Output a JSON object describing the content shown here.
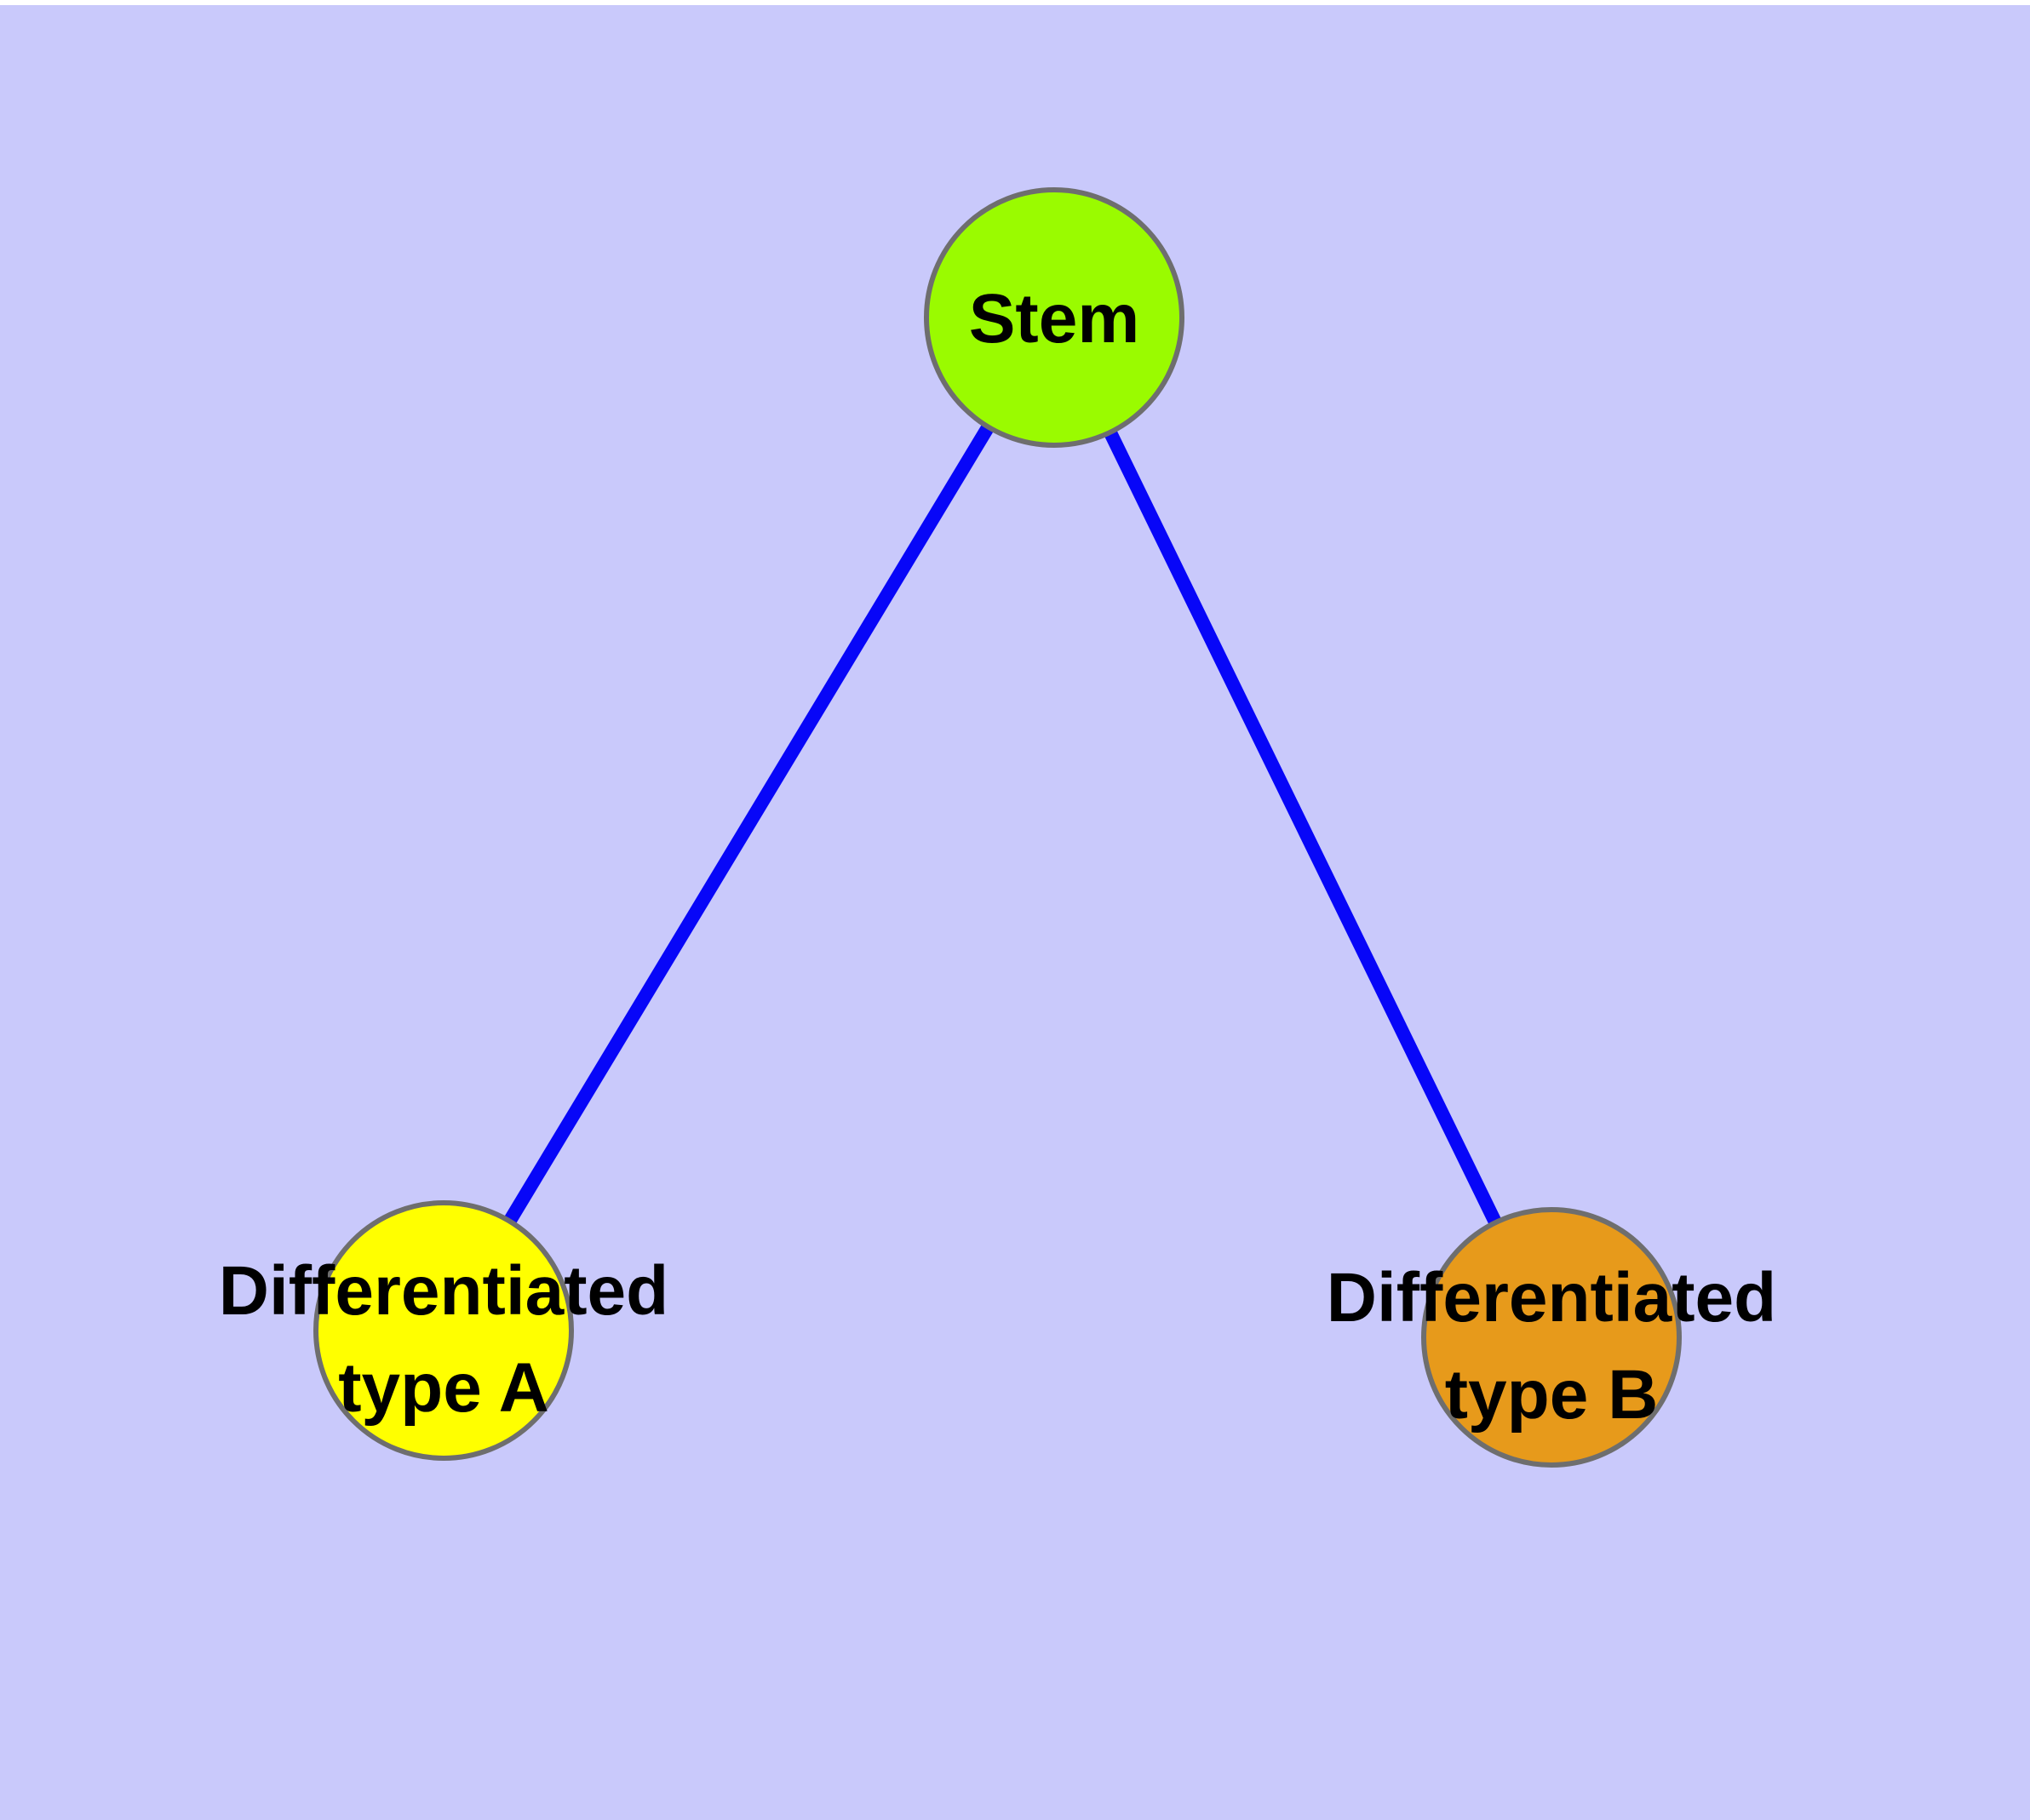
{
  "diagram": {
    "type": "node-link-graph",
    "background_color": "#C9C9FB",
    "margin_color": "#FFFFFF",
    "edge_color": "#0706F8",
    "node_border_color": "#6E6E6E",
    "label_color": "#000000",
    "nodes": [
      {
        "id": "stem",
        "label": "Stem",
        "label_lines": [
          "Stem"
        ],
        "fill": "#9AFB00"
      },
      {
        "id": "type-a",
        "label": "Differentiated type A",
        "label_lines": [
          "Differentiated",
          "type A"
        ],
        "fill": "#FFFF00"
      },
      {
        "id": "type-b",
        "label": "Differentiated type B",
        "label_lines": [
          "Differentiated",
          "type B"
        ],
        "fill": "#E79A1B"
      }
    ],
    "edges": [
      {
        "source": "Stem",
        "target": "Differentiated type A"
      },
      {
        "source": "Stem",
        "target": "Differentiated type B"
      }
    ]
  }
}
